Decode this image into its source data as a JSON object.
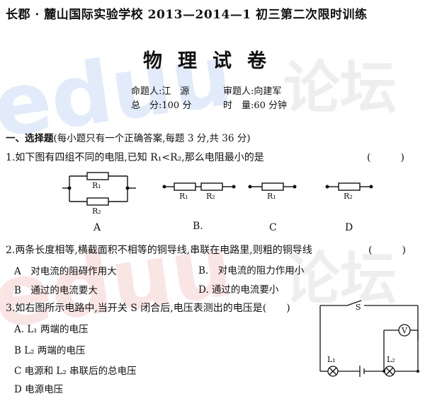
{
  "header": {
    "title": "长郡 · 麓山国际实验学校 2013—2014—1 初三第二次限时训练"
  },
  "paper_title": "物理试卷",
  "meta": {
    "author": "命题人:江　源",
    "reviewer": "审题人:向建军",
    "total": "总　分:100 分",
    "time": "时　量:60 分钟"
  },
  "section": {
    "title": "一、选择题",
    "note": "(每小题只有一个正确答案,每题 3 分,共 36 分)"
  },
  "q1": {
    "text": "1.如下图有四组不同的电阻,已知 R₁<R₂,那么电阻最小的是",
    "paren": "(　　　)",
    "options": [
      "A",
      "B.",
      "C",
      "D"
    ],
    "r1": "R₁",
    "r2": "R₂"
  },
  "q2": {
    "text": "2.两条长度相等,横截面积不相等的铜导线,串联在电路里,则粗的铜导线",
    "paren": "(　　　)",
    "a": "A　对电流的阻碍作用大",
    "b": "B.　对电流的阻力作用小",
    "c": "B　通过的电流要大",
    "d": "D. 通过的电流要小"
  },
  "q3": {
    "text": "3.如右图所示电路中,当开关 S 闭合后,电压表测出的电压是(　　)",
    "a": "A. L₁ 两端的电压",
    "b": "B  L₂ 两端的电压",
    "c": "C  电源和 L₂ 串联后的总电压",
    "d": "D  电源电压",
    "switch": "S",
    "meter": "V",
    "l1": "L₁",
    "l2": "L₂"
  },
  "watermark": {
    "text1": "eduu",
    "text2": "论坛"
  }
}
